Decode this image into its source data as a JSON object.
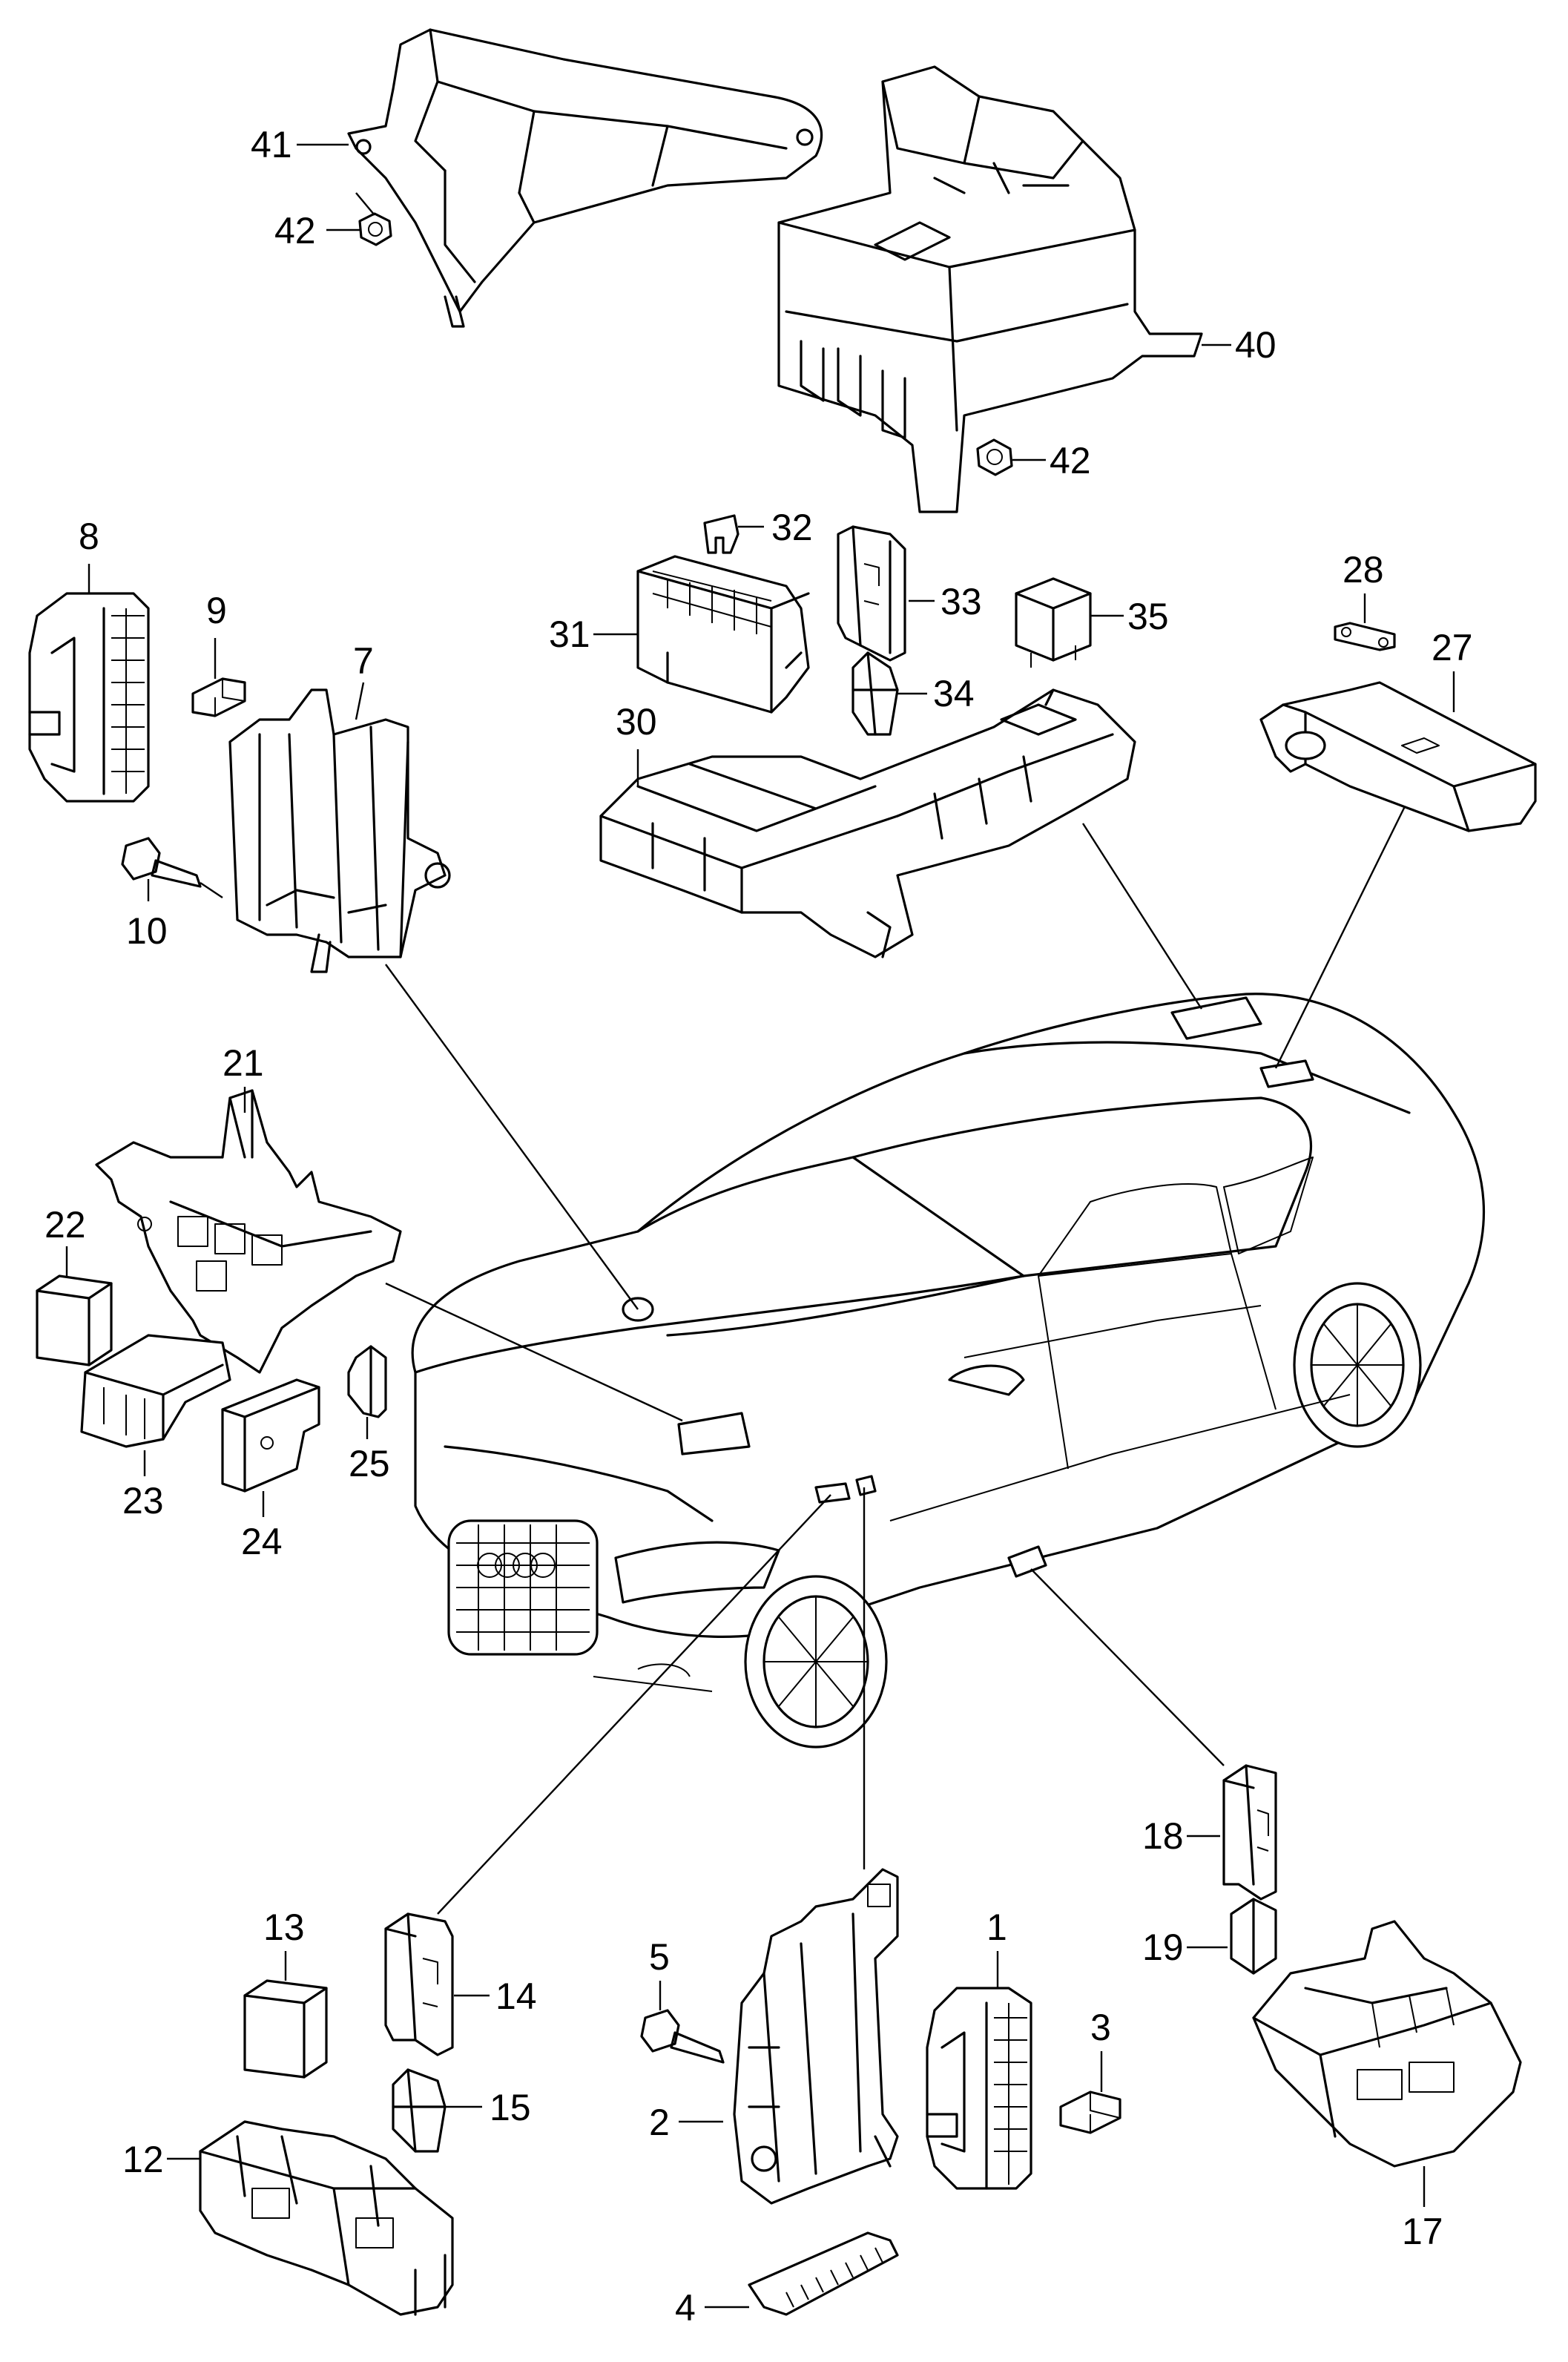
{
  "diagram": {
    "colors": {
      "stroke": "#000000",
      "background": "#ffffff"
    },
    "callouts": [
      {
        "id": "c41",
        "label": "41"
      },
      {
        "id": "c42a",
        "label": "42"
      },
      {
        "id": "c40",
        "label": "40"
      },
      {
        "id": "c42b",
        "label": "42"
      },
      {
        "id": "c8",
        "label": "8"
      },
      {
        "id": "c9",
        "label": "9"
      },
      {
        "id": "c7",
        "label": "7"
      },
      {
        "id": "c10",
        "label": "10"
      },
      {
        "id": "c32",
        "label": "32"
      },
      {
        "id": "c33",
        "label": "33"
      },
      {
        "id": "c31",
        "label": "31"
      },
      {
        "id": "c35",
        "label": "35"
      },
      {
        "id": "c34",
        "label": "34"
      },
      {
        "id": "c30",
        "label": "30"
      },
      {
        "id": "c28",
        "label": "28"
      },
      {
        "id": "c27",
        "label": "27"
      },
      {
        "id": "c21",
        "label": "21"
      },
      {
        "id": "c22",
        "label": "22"
      },
      {
        "id": "c23",
        "label": "23"
      },
      {
        "id": "c24",
        "label": "24"
      },
      {
        "id": "c25",
        "label": "25"
      },
      {
        "id": "c18",
        "label": "18"
      },
      {
        "id": "c19",
        "label": "19"
      },
      {
        "id": "c17",
        "label": "17"
      },
      {
        "id": "c13",
        "label": "13"
      },
      {
        "id": "c14",
        "label": "14"
      },
      {
        "id": "c15",
        "label": "15"
      },
      {
        "id": "c12",
        "label": "12"
      },
      {
        "id": "c5",
        "label": "5"
      },
      {
        "id": "c1",
        "label": "1"
      },
      {
        "id": "c3",
        "label": "3"
      },
      {
        "id": "c2",
        "label": "2"
      },
      {
        "id": "c4",
        "label": "4"
      }
    ]
  }
}
